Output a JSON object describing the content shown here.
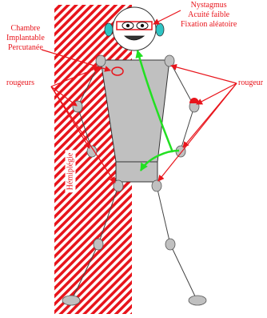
{
  "labels": {
    "nystagmus": [
      "Nystagmus",
      "Acuité faible",
      "Fixation aléatoire"
    ],
    "chambre": [
      "Chambre",
      "Implantable",
      "Percutanée"
    ],
    "rougeurs_left": "rougeurs",
    "rougeur_right": "rougeur",
    "hemiplegie": "Hémiplégie"
  },
  "colors": {
    "annotation_red": "#e8141b",
    "arrow_green": "#22e022",
    "body_fill": "#c0c0c0",
    "hatch_red": "#e8141b",
    "eye_band": "#e8141b",
    "ear": "#2ec4c4"
  }
}
